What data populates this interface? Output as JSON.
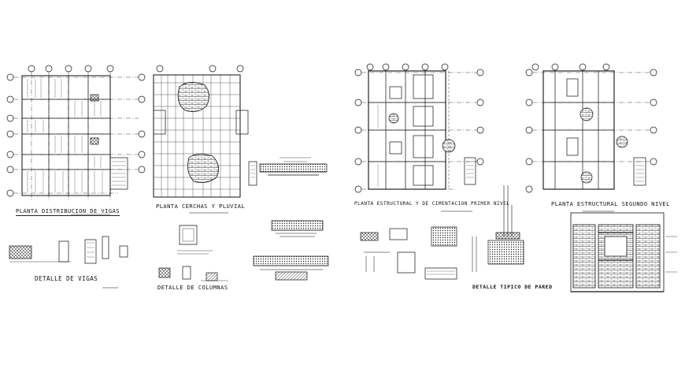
{
  "drawing": {
    "sheet_left": {
      "beam_layout_title": "PLANTA DISTRIBUCION DE VIGAS",
      "truss_plan_title": "PLANTA CERCHAS Y PLUVIAL",
      "beam_detail_title": "DETALLE DE VIGAS",
      "column_detail_title": "DETALLE DE COLUMNAS"
    },
    "sheet_right": {
      "first_level_title": "PLANTA ESTRUCTURAL Y DE CIMENTACION PRIMER NIVEL",
      "second_level_title": "PLANTA ESTRUCTURAL SEGUNDO NIVEL",
      "wall_detail_title": "DETALLE TIPICO DE PARED"
    }
  },
  "colors": {
    "line": "#111111",
    "background": "#ffffff",
    "hatch": "#333333"
  },
  "icons": [
    "grid-axis-bubble",
    "hatch-pattern",
    "stair-symbol"
  ]
}
